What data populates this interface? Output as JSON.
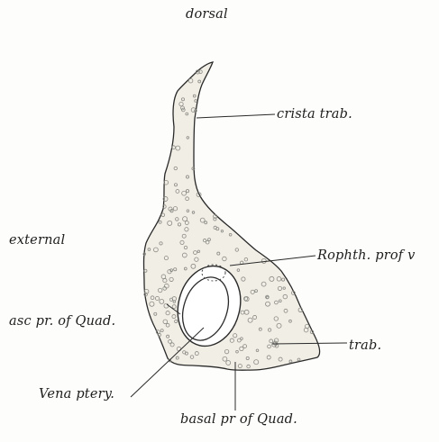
{
  "labels": {
    "dorsal": "dorsal",
    "external": "external",
    "crista_trab": "crista trab.",
    "rophth_prof": "Rophth. prof v",
    "asc_pr_quad": "asc pr. of Quad.",
    "trab": "trab.",
    "vena_ptery": "Vena ptery.",
    "basal_pr_quad": "basal pr of Quad."
  },
  "colors": {
    "ink": "#2a2a2a",
    "tissue_fill": "#f0ede4",
    "speckle": "#8a8a84"
  }
}
